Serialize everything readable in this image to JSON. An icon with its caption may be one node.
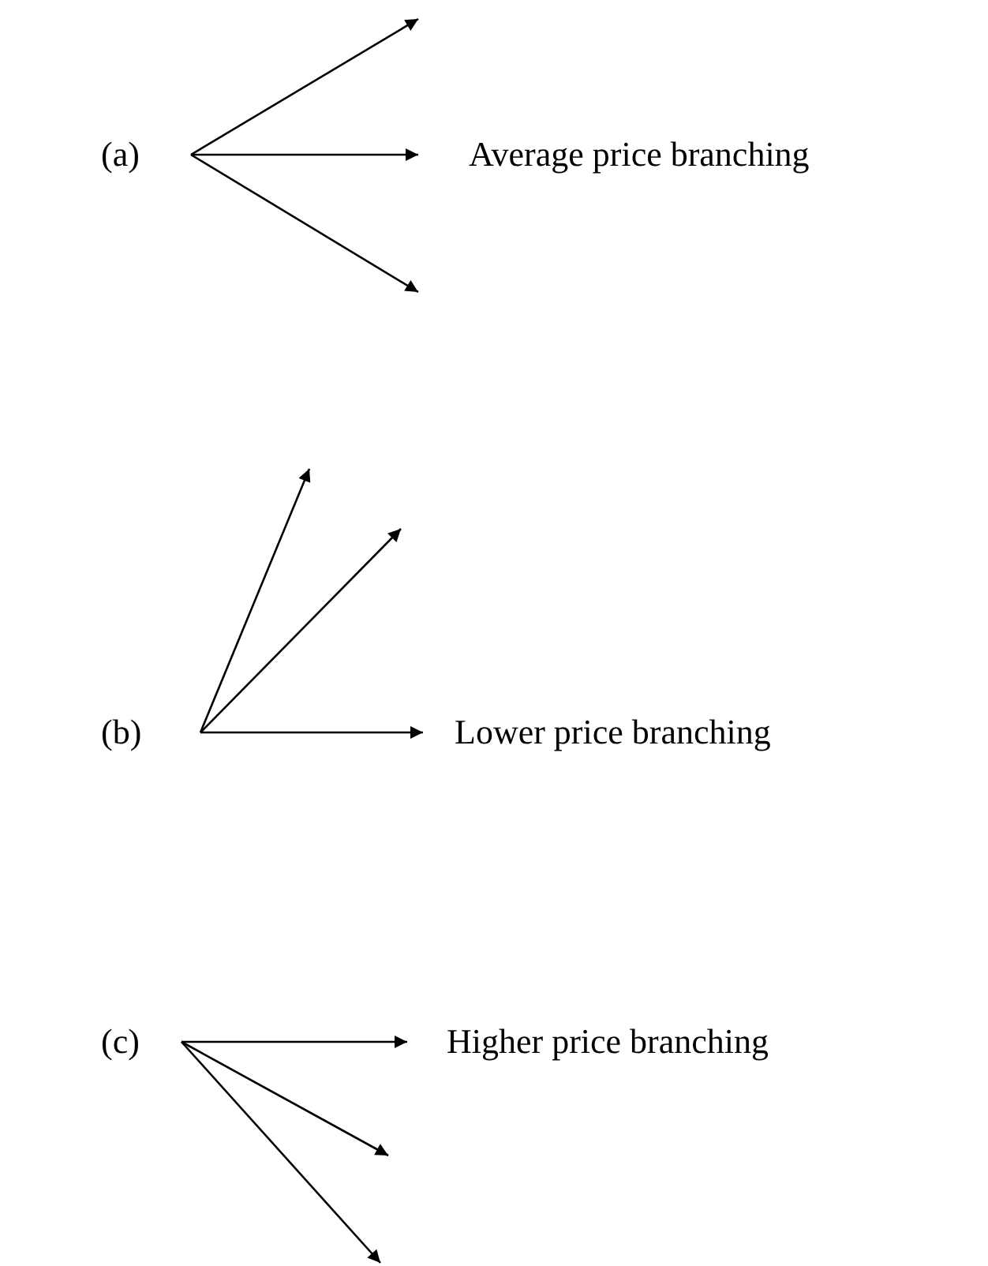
{
  "diagram": {
    "labels": [
      "(a)",
      "Average price branching",
      "(b)",
      "Lower price branching",
      "(c)",
      "Higher price branching"
    ]
  }
}
